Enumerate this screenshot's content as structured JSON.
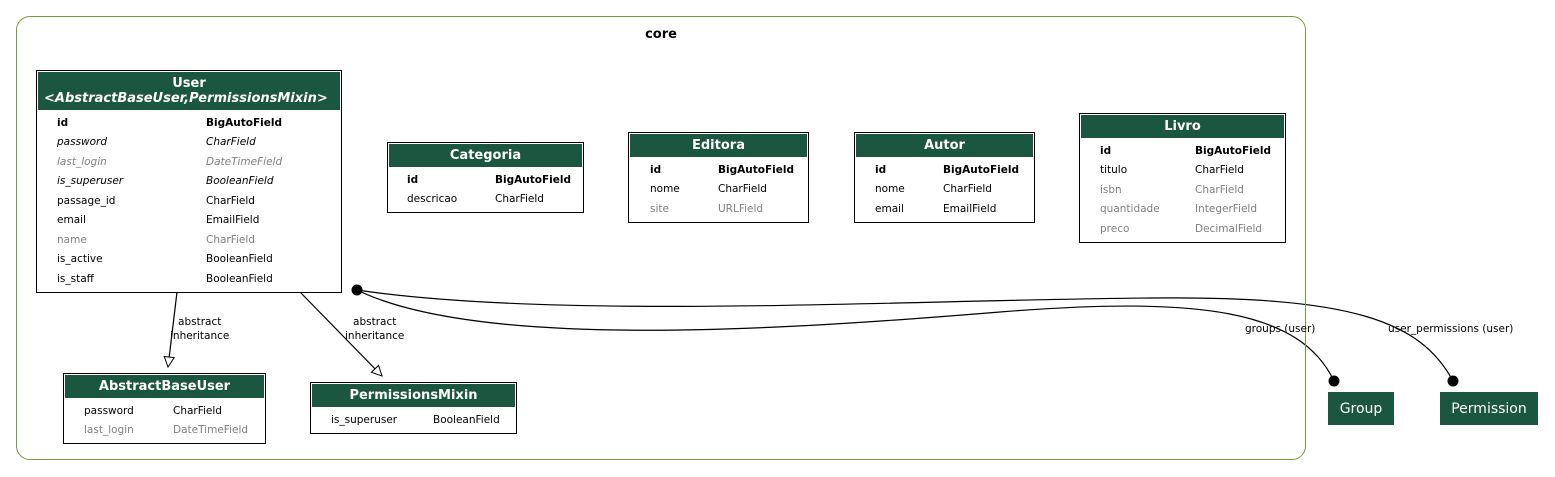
{
  "cluster": {
    "title": "core"
  },
  "models": {
    "user": {
      "title": "User",
      "subtitle": "<AbstractBaseUser,PermissionsMixin>",
      "fields": [
        {
          "name": "id",
          "type": "BigAutoField",
          "style": "bold"
        },
        {
          "name": "password",
          "type": "CharField",
          "style": "italic"
        },
        {
          "name": "last_login",
          "type": "DateTimeField",
          "style": "italic-gray"
        },
        {
          "name": "is_superuser",
          "type": "BooleanField",
          "style": "italic"
        },
        {
          "name": "passage_id",
          "type": "CharField",
          "style": "normal"
        },
        {
          "name": "email",
          "type": "EmailField",
          "style": "normal"
        },
        {
          "name": "name",
          "type": "CharField",
          "style": "gray"
        },
        {
          "name": "is_active",
          "type": "BooleanField",
          "style": "normal"
        },
        {
          "name": "is_staff",
          "type": "BooleanField",
          "style": "normal"
        }
      ]
    },
    "categoria": {
      "title": "Categoria",
      "fields": [
        {
          "name": "id",
          "type": "BigAutoField",
          "style": "bold"
        },
        {
          "name": "descricao",
          "type": "CharField",
          "style": "normal"
        }
      ]
    },
    "editora": {
      "title": "Editora",
      "fields": [
        {
          "name": "id",
          "type": "BigAutoField",
          "style": "bold"
        },
        {
          "name": "nome",
          "type": "CharField",
          "style": "normal"
        },
        {
          "name": "site",
          "type": "URLField",
          "style": "gray"
        }
      ]
    },
    "autor": {
      "title": "Autor",
      "fields": [
        {
          "name": "id",
          "type": "BigAutoField",
          "style": "bold"
        },
        {
          "name": "nome",
          "type": "CharField",
          "style": "normal"
        },
        {
          "name": "email",
          "type": "EmailField",
          "style": "normal"
        }
      ]
    },
    "livro": {
      "title": "Livro",
      "fields": [
        {
          "name": "id",
          "type": "BigAutoField",
          "style": "bold"
        },
        {
          "name": "titulo",
          "type": "CharField",
          "style": "normal"
        },
        {
          "name": "isbn",
          "type": "CharField",
          "style": "gray"
        },
        {
          "name": "quantidade",
          "type": "IntegerField",
          "style": "gray"
        },
        {
          "name": "preco",
          "type": "DecimalField",
          "style": "gray"
        }
      ]
    },
    "abstractbaseuser": {
      "title": "AbstractBaseUser",
      "fields": [
        {
          "name": "password",
          "type": "CharField",
          "style": "normal"
        },
        {
          "name": "last_login",
          "type": "DateTimeField",
          "style": "gray"
        }
      ]
    },
    "permissionsmixin": {
      "title": "PermissionsMixin",
      "fields": [
        {
          "name": "is_superuser",
          "type": "BooleanField",
          "style": "normal"
        }
      ]
    }
  },
  "external": {
    "group": "Group",
    "permission": "Permission"
  },
  "edges": {
    "inherit1": "abstract\ninheritance",
    "inherit2": "abstract\ninheritance",
    "groups": "groups (user)",
    "user_permissions": "user_permissions (user)"
  },
  "colors": {
    "header": "#1b5641",
    "cluster_border": "#7a9a3a",
    "muted_text": "#808080"
  }
}
